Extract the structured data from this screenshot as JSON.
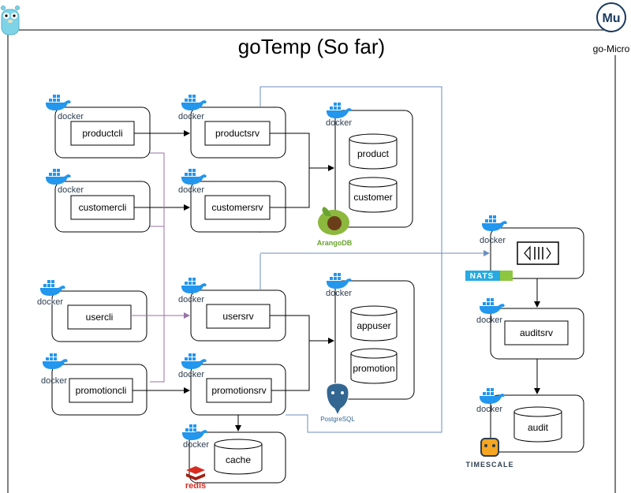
{
  "title": "goTemp (So far)",
  "framework_label": "go-Micro",
  "framework_logo_text": "Mu",
  "clients": [
    "productcli",
    "customercli",
    "usercli",
    "promotioncli"
  ],
  "services": [
    "productsrv",
    "customersrv",
    "usersrv",
    "promotionsrv",
    "auditsrv"
  ],
  "databases": {
    "arango": [
      "product",
      "customer"
    ],
    "postgres": [
      "appuser",
      "promotion"
    ],
    "redis": [
      "cache"
    ],
    "timescale": [
      "audit"
    ]
  },
  "logos": {
    "docker": "docker",
    "arango": "ArangoDB",
    "postgres": "PostgreSQL",
    "redis": "redis",
    "nats": "NATS",
    "timescale": "TIMESCALE"
  },
  "colors": {
    "line": "#000000",
    "purple": "#9673a6",
    "blue": "#6c8ebf",
    "docker": "#2396ed",
    "gopher": "#7fd3e6"
  }
}
